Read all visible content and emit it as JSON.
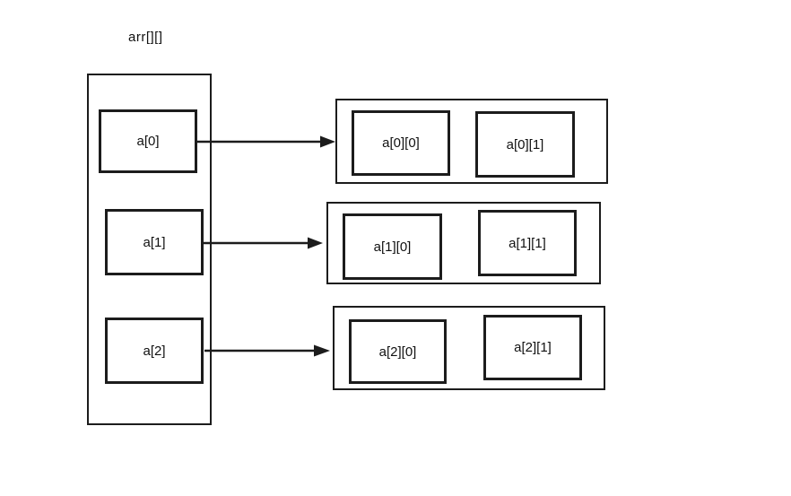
{
  "diagram": {
    "title": "arr[][]",
    "pointer_array": {
      "items": [
        {
          "label": "a[0]"
        },
        {
          "label": "a[1]"
        },
        {
          "label": "a[2]"
        }
      ]
    },
    "rows": [
      {
        "cells": [
          {
            "label": "a[0][0]"
          },
          {
            "label": "a[0][1]"
          }
        ]
      },
      {
        "cells": [
          {
            "label": "a[1][0]"
          },
          {
            "label": "a[1][1]"
          }
        ]
      },
      {
        "cells": [
          {
            "label": "a[2][0]"
          },
          {
            "label": "a[2][1]"
          }
        ]
      }
    ],
    "colors": {
      "line": "#1c1c1c",
      "text": "#111111",
      "background": "#ffffff"
    }
  }
}
